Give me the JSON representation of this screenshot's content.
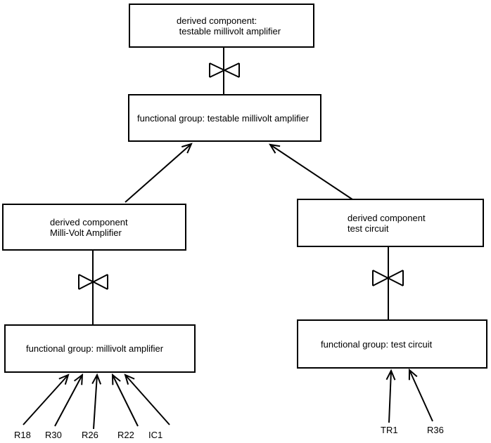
{
  "diagram": {
    "title_hint": "component decomposition diagram",
    "colors": {
      "background": "#ffffff",
      "line": "#000000",
      "text": "#000000"
    },
    "symbols": {
      "decomposition_connector": "bowtie",
      "dependency_arrowhead": "open-arrow"
    },
    "nodes": {
      "top_derived": {
        "line1": "derived component:",
        "line2": " testable millivolt amplifier"
      },
      "top_functional": {
        "label": "functional group: testable millivolt amplifier"
      },
      "left_derived": {
        "line1": "derived component",
        "line2": "Milli-Volt Amplifier"
      },
      "left_functional": {
        "label": "functional group: millivolt amplifier"
      },
      "right_derived": {
        "line1": "derived component",
        "line2": "test circuit"
      },
      "right_functional": {
        "label": "functional group: test circuit"
      }
    },
    "leaves": {
      "left": [
        "R18",
        "R30",
        "R26",
        "R22",
        "IC1"
      ],
      "right": [
        "TR1",
        "R36"
      ]
    }
  }
}
